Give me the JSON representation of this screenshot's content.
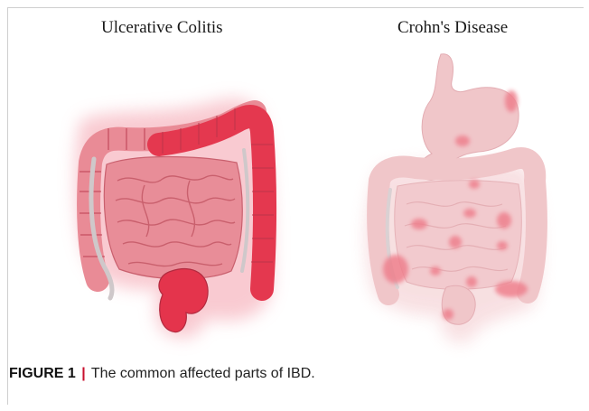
{
  "panels": {
    "left_title": "Ulcerative Colitis",
    "right_title": "Crohn's Disease"
  },
  "caption": {
    "label": "FIGURE 1",
    "separator": "|",
    "text": "The common affected parts of IBD."
  },
  "colors": {
    "uc_inflamed": "#e63a52",
    "uc_tissue": "#ec9aa5",
    "uc_halo": "#f6b3bd",
    "cd_tissue": "#f0c3c7",
    "cd_lesion": "#ee7a88",
    "appendix_tube": "#c9c2c4",
    "caption_separator": "#c8102e"
  }
}
